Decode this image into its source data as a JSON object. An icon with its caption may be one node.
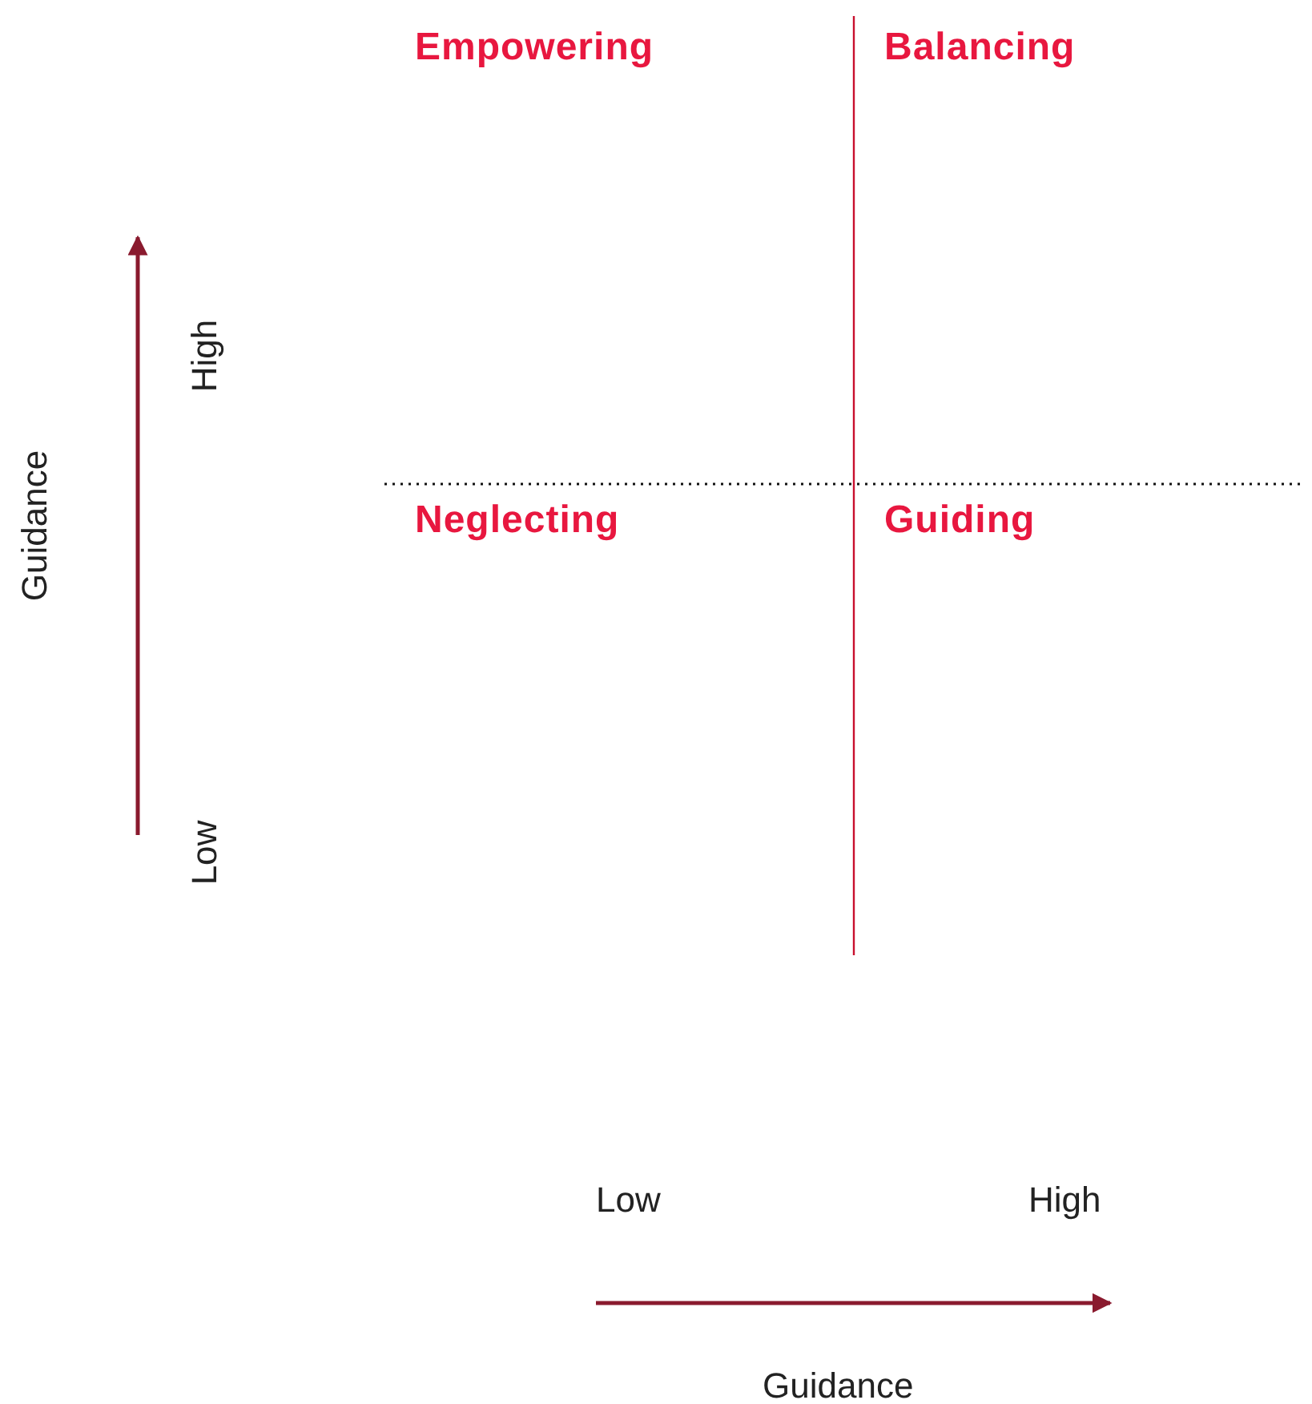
{
  "diagram": {
    "labels": [
      "Empowering",
      "Balancing",
      "High",
      "Guidance",
      "Neglecting",
      "Guiding",
      "Low",
      "Low",
      "High",
      "Guidance"
    ]
  }
}
